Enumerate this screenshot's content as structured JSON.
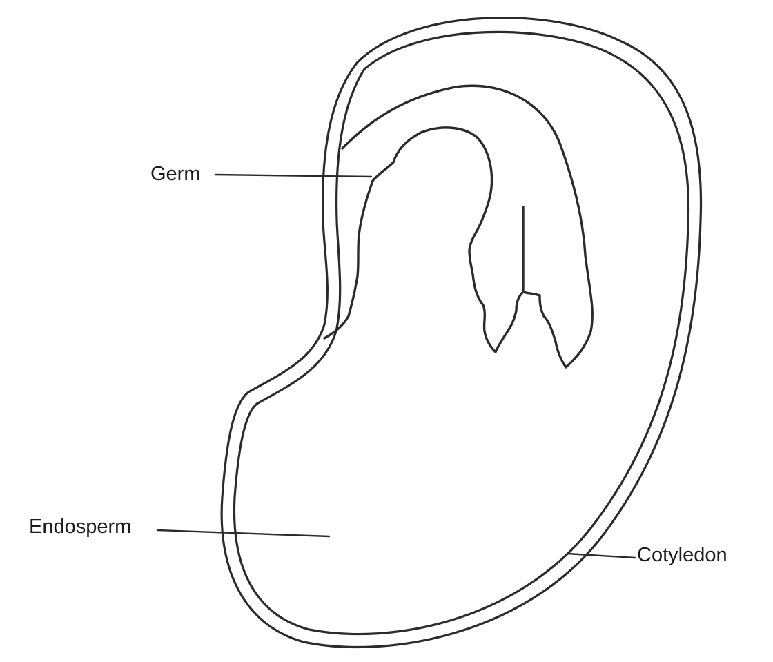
{
  "labels": {
    "germ": "Germ",
    "endosperm": "Endosperm",
    "cotyledon": "Cotyledon"
  },
  "colors": {
    "ink": "#2b2b2b",
    "label_text": "#1a1a1a",
    "background": "#ffffff"
  }
}
